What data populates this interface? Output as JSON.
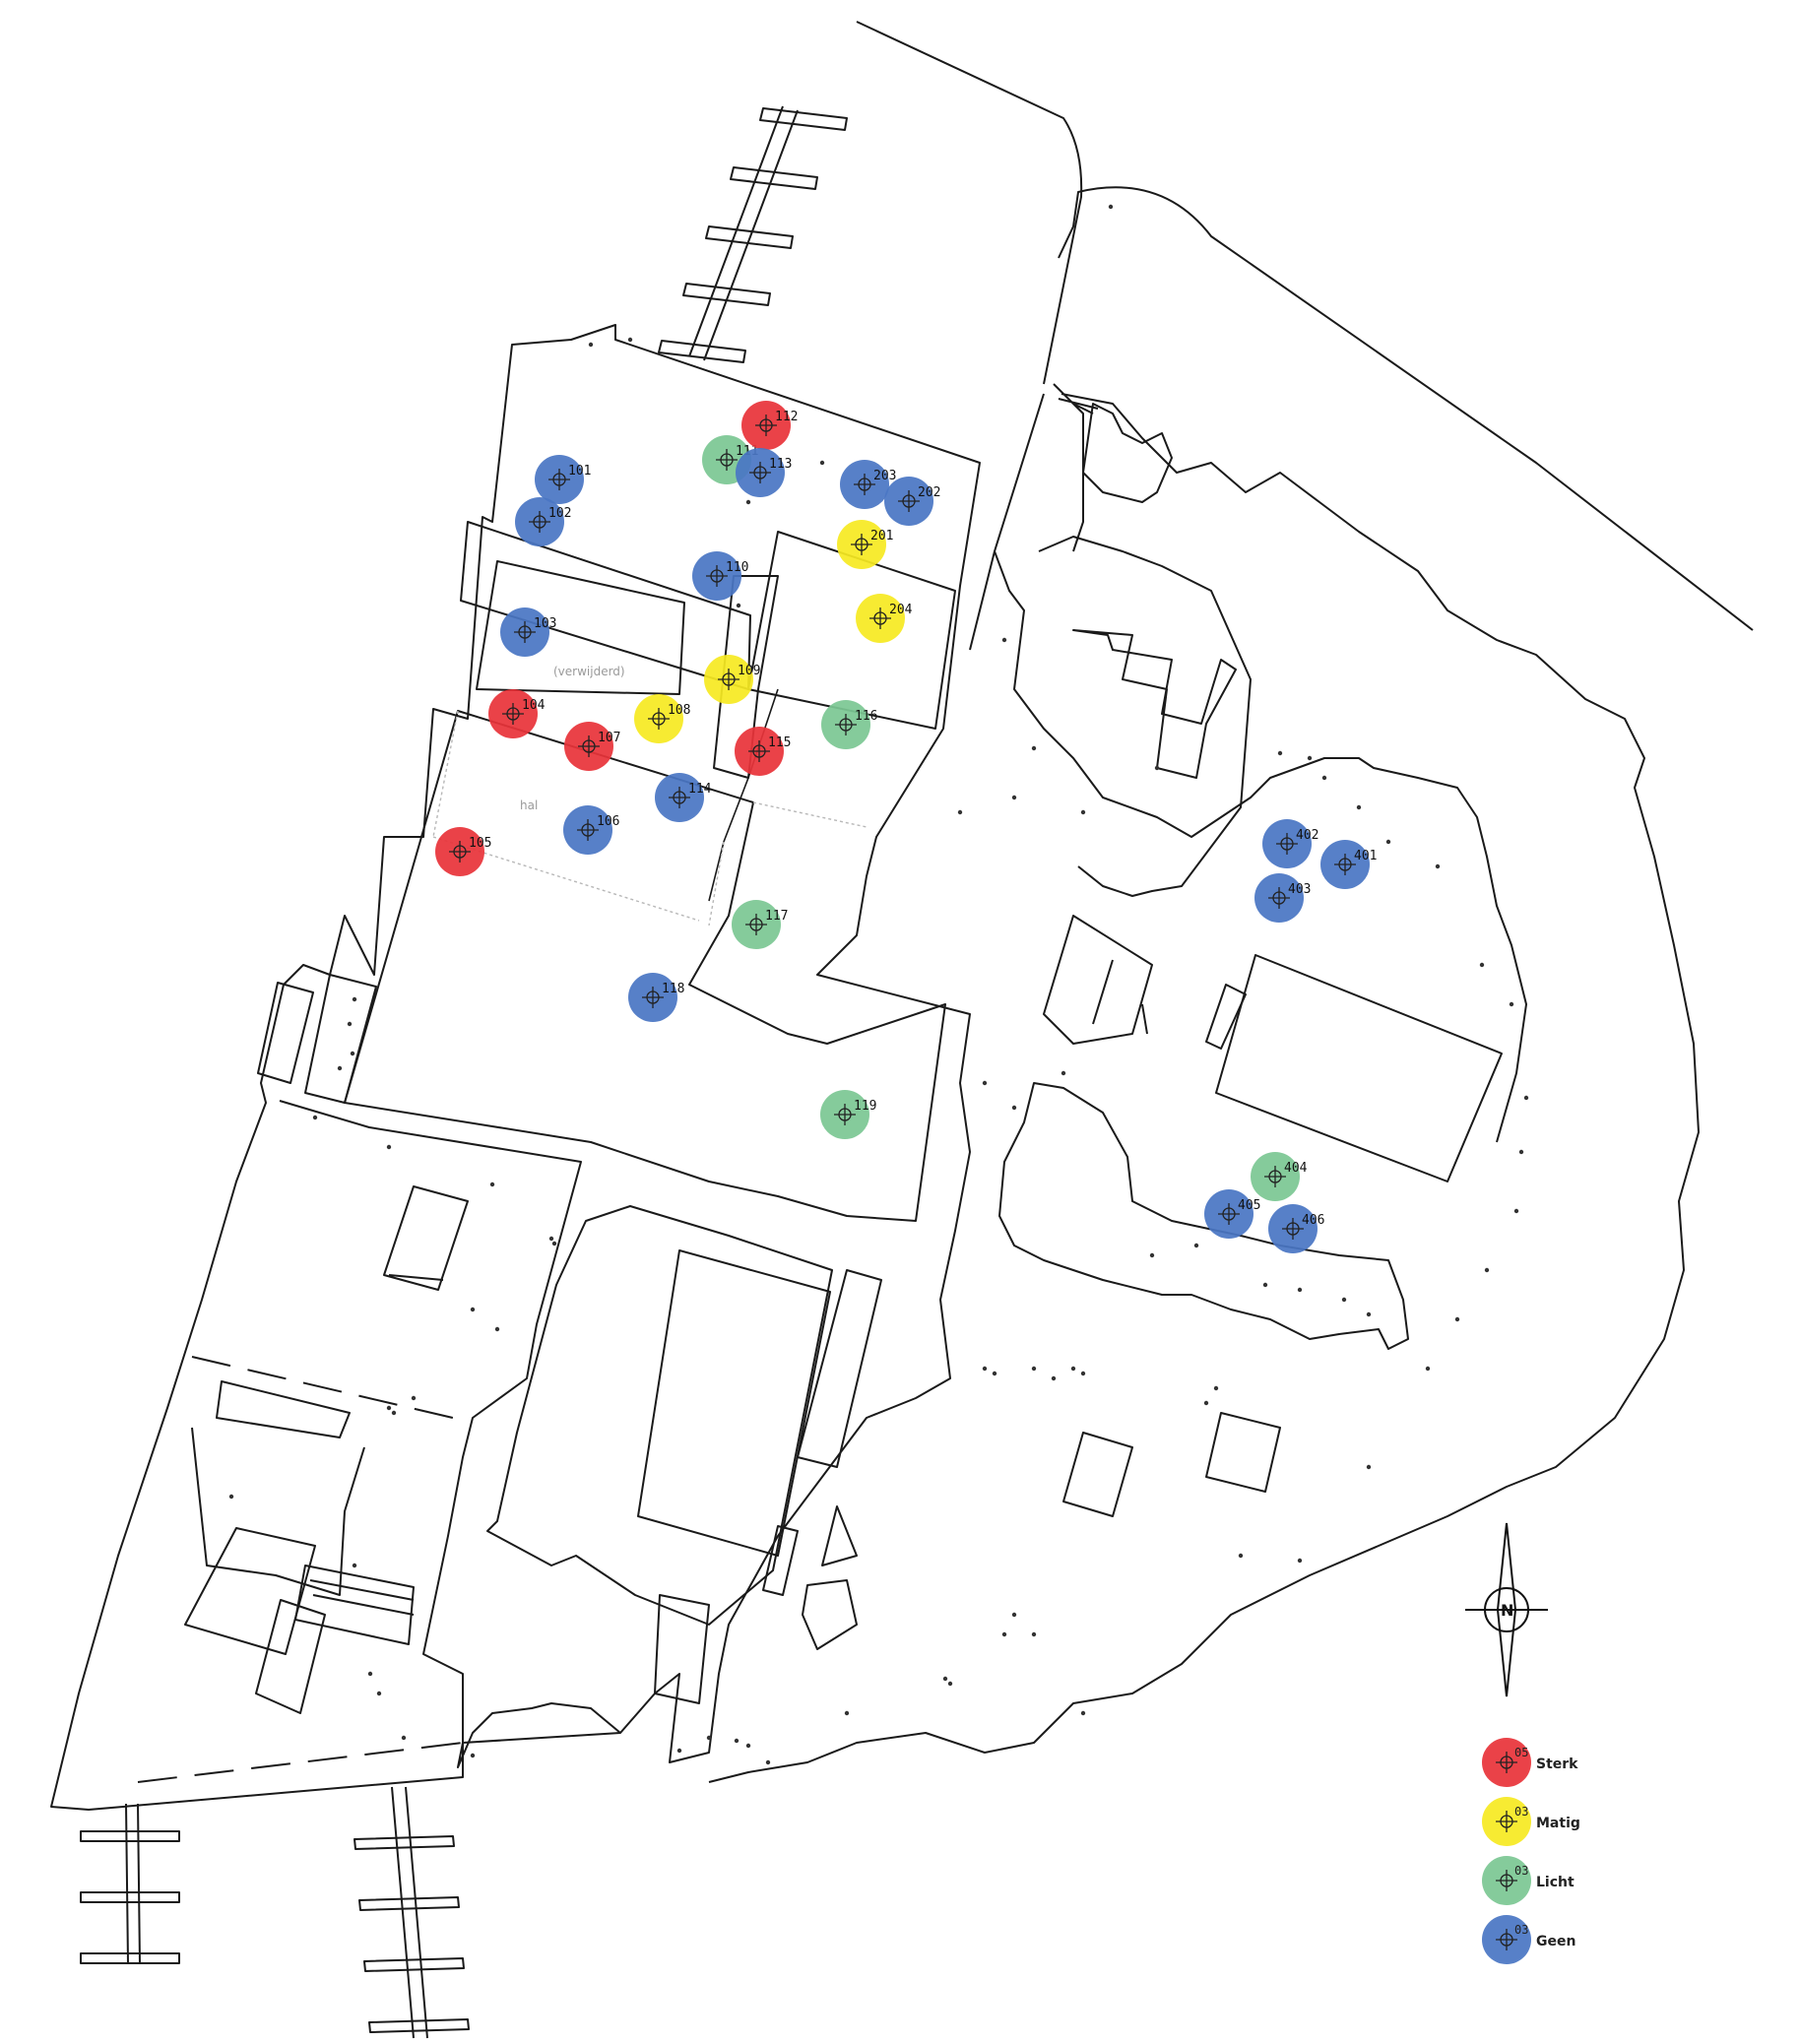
{
  "map": {
    "labels": {
      "removed": "(verwijderd)",
      "hall": "hal"
    },
    "categories": {
      "sterk": {
        "label": "Sterk",
        "color": "#e8343a"
      },
      "matig": {
        "label": "Matig",
        "color": "#f6ea22"
      },
      "licht": {
        "label": "Licht",
        "color": "#7cc793"
      },
      "geen": {
        "label": "Geen",
        "color": "#4a76c4"
      }
    },
    "points": [
      {
        "id": "101",
        "cat": "geen"
      },
      {
        "id": "102",
        "cat": "geen"
      },
      {
        "id": "103",
        "cat": "geen"
      },
      {
        "id": "104",
        "cat": "sterk"
      },
      {
        "id": "105",
        "cat": "sterk"
      },
      {
        "id": "106",
        "cat": "geen"
      },
      {
        "id": "107",
        "cat": "sterk"
      },
      {
        "id": "108",
        "cat": "matig"
      },
      {
        "id": "109",
        "cat": "matig"
      },
      {
        "id": "110",
        "cat": "geen"
      },
      {
        "id": "111",
        "cat": "licht"
      },
      {
        "id": "112",
        "cat": "sterk"
      },
      {
        "id": "113",
        "cat": "geen"
      },
      {
        "id": "114",
        "cat": "geen"
      },
      {
        "id": "115",
        "cat": "sterk"
      },
      {
        "id": "116",
        "cat": "licht"
      },
      {
        "id": "117",
        "cat": "licht"
      },
      {
        "id": "118",
        "cat": "geen"
      },
      {
        "id": "119",
        "cat": "licht"
      },
      {
        "id": "201",
        "cat": "matig"
      },
      {
        "id": "202",
        "cat": "geen"
      },
      {
        "id": "203",
        "cat": "geen"
      },
      {
        "id": "204",
        "cat": "matig"
      },
      {
        "id": "401",
        "cat": "geen"
      },
      {
        "id": "402",
        "cat": "geen"
      },
      {
        "id": "403",
        "cat": "geen"
      },
      {
        "id": "404",
        "cat": "licht"
      },
      {
        "id": "405",
        "cat": "geen"
      },
      {
        "id": "406",
        "cat": "geen"
      }
    ],
    "legend": [
      {
        "code": "05",
        "cat": "sterk"
      },
      {
        "code": "03",
        "cat": "matig"
      },
      {
        "code": "03",
        "cat": "licht"
      },
      {
        "code": "03",
        "cat": "geen"
      }
    ],
    "compass": {
      "letter": "N"
    }
  }
}
